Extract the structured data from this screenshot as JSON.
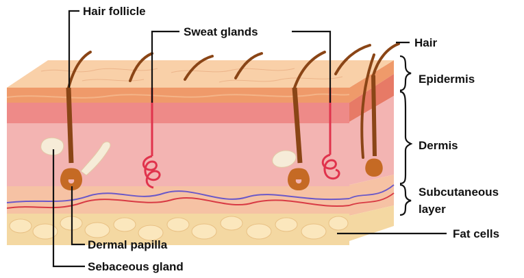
{
  "labels": {
    "hair_follicle": "Hair follicle",
    "sweat_glands": "Sweat glands",
    "hair": "Hair",
    "epidermis": "Epidermis",
    "dermis": "Dermis",
    "subcutaneous_line1": "Subcutaneous",
    "subcutaneous_line2": "layer",
    "fat_cells": "Fat cells",
    "dermal_papilla": "Dermal papilla",
    "sebaceous_gland": "Sebaceous gland"
  },
  "colors": {
    "epidermis_surface": "#f9d0a8",
    "epidermis_band": "#ef9a6a",
    "upper_dermis": "#ee8a88",
    "dermis": "#f3b4b2",
    "subcutaneous": "#f6c2a4",
    "fat": "#f4d8a2",
    "hair": "#8a4516",
    "follicle_bulb": "#c56a24",
    "sweat_gland": "#e0334c",
    "vein": "#6a58c8",
    "artery": "#d83a44",
    "sebaceous": "#f6ecd8"
  }
}
